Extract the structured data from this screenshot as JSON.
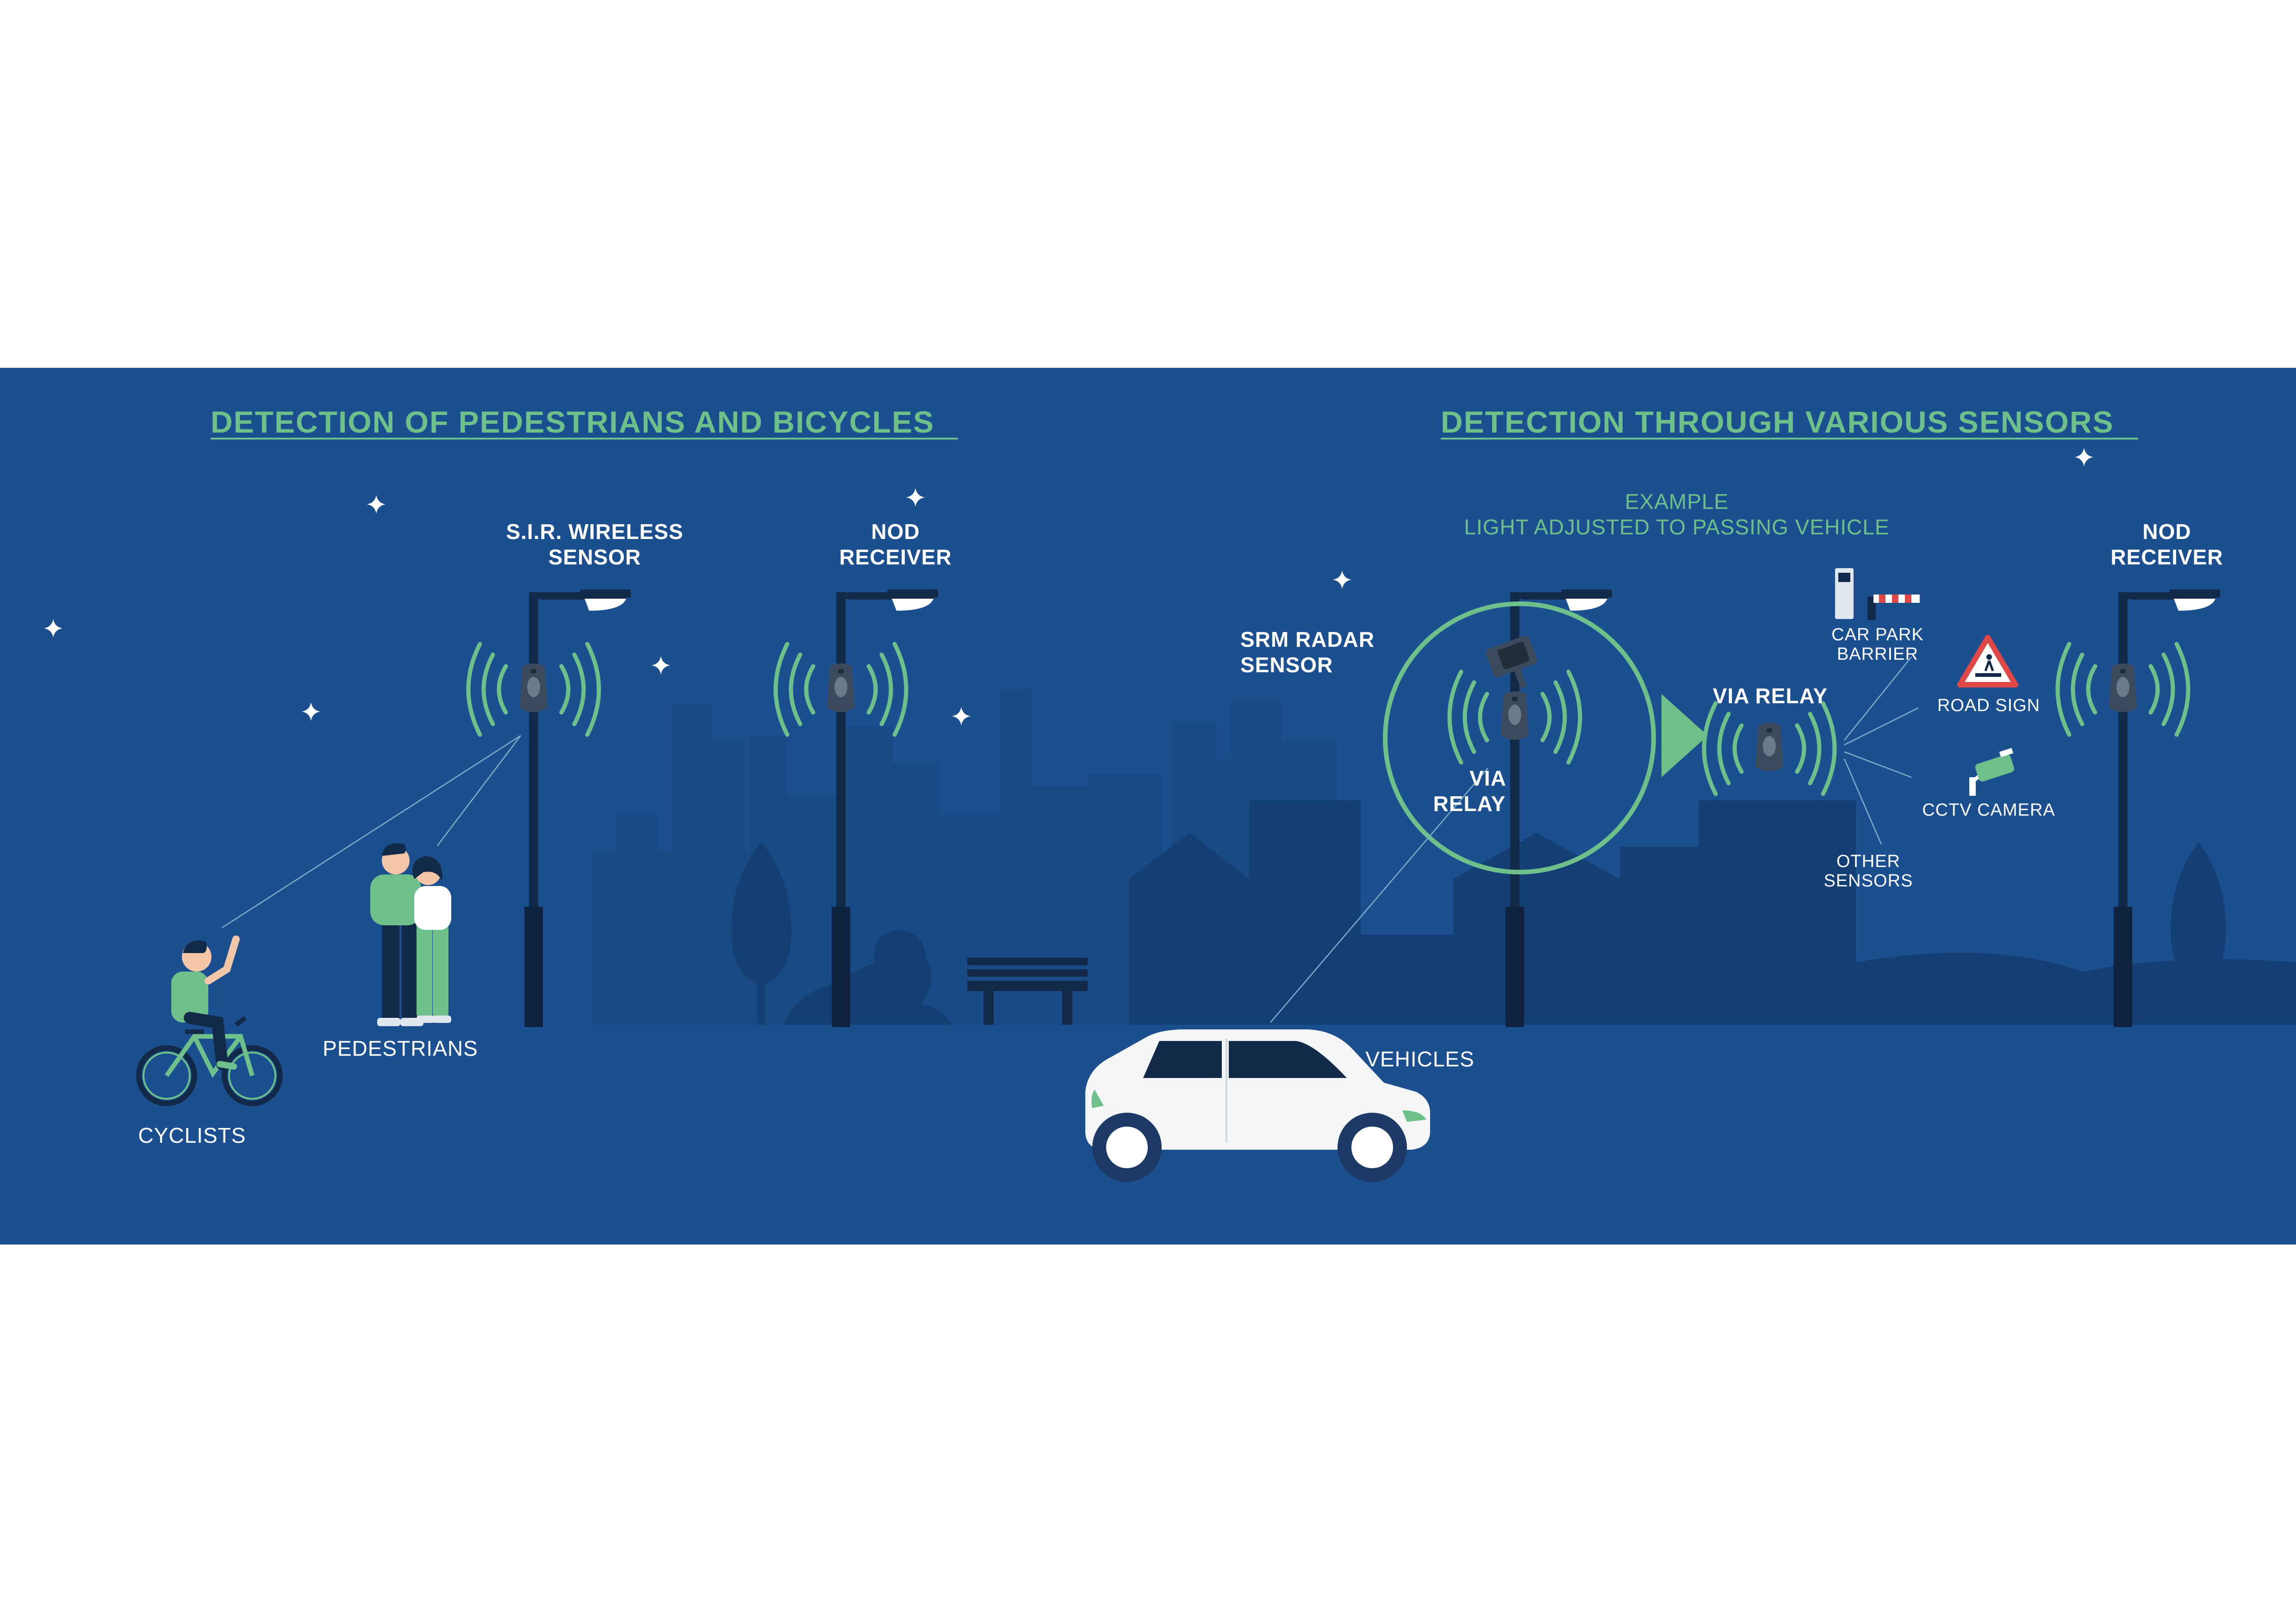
{
  "colors": {
    "background": "#1b4f8f",
    "skyline": "#1a4a86",
    "foreground": "#133f74",
    "accent_green": "#6dc08a",
    "pole": "#13294a",
    "text": "#ffffff"
  },
  "left_section": {
    "title": "DETECTION OF PEDESTRIANS AND BICYCLES",
    "sensor_line1": "S.I.R. WIRELESS",
    "sensor_line2": "SENSOR",
    "receiver_line1": "NOD",
    "receiver_line2": "RECEIVER",
    "cyclists": "CYCLISTS",
    "pedestrians": "PEDESTRIANS"
  },
  "right_section": {
    "title": "DETECTION THROUGH VARIOUS SENSORS",
    "example_line1": "EXAMPLE",
    "example_line2": "LIGHT ADJUSTED TO PASSING VEHICLE",
    "radar_line1": "SRM RADAR",
    "radar_line2": "SENSOR",
    "via_relay_circle_line1": "VIA",
    "via_relay_circle_line2": "RELAY",
    "via_relay": "VIA RELAY",
    "car_park_line1": "CAR PARK",
    "car_park_line2": "BARRIER",
    "road_sign": "ROAD SIGN",
    "cctv_camera": "CCTV CAMERA",
    "other_sensors_line1": "OTHER",
    "other_sensors_line2": "SENSORS",
    "receiver_line1": "NOD",
    "receiver_line2": "RECEIVER",
    "vehicles": "VEHICLES"
  },
  "icons": {
    "stars": "sparkle-star-icon",
    "streetlight": "street-lamp-icon",
    "sensor": "wireless-sensor-icon",
    "car": "car-icon",
    "bicycle": "bicycle-icon",
    "bench": "bench-icon",
    "road_sign": "pedestrian-crossing-sign-icon",
    "cctv": "cctv-camera-icon",
    "barrier": "car-park-barrier-icon"
  }
}
